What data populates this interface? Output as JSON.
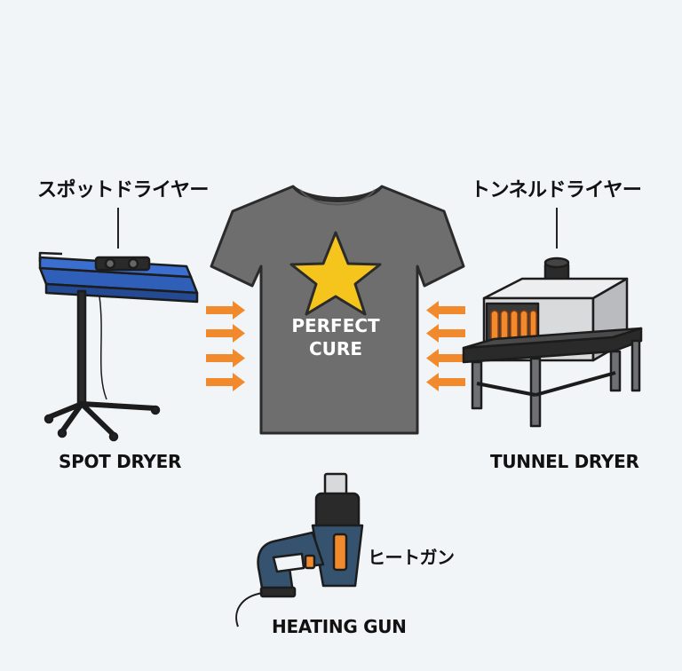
{
  "labels": {
    "spot_dryer_jp": "スポットドライヤー",
    "spot_dryer_en": "SPOT DRYER",
    "tunnel_dryer_jp": "トンネルドライヤー",
    "tunnel_dryer_en": "TUNNEL DRYER",
    "heat_gun_jp": "ヒートガン",
    "heat_gun_en": "HEATING GUN"
  },
  "shirt": {
    "line1": "PERFECT",
    "line2": "CURE"
  },
  "colors": {
    "shirt": "#6e6e6e",
    "star": "#f5c51e",
    "arrow": "#f08a2c",
    "dryer_blue": "#2f5fb8",
    "gun_body": "#35536e",
    "gun_accent": "#f08a2c",
    "tunnel_body": "#d9dadc",
    "heater_orange": "#f08a2c"
  },
  "icons": [
    "t-shirt-icon",
    "star-icon",
    "spot-dryer-icon",
    "tunnel-dryer-icon",
    "heat-gun-icon",
    "heat-arrow-icon"
  ]
}
